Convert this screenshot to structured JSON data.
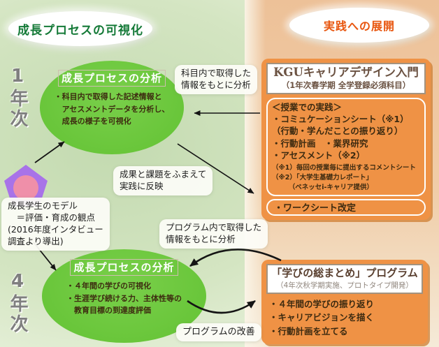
{
  "left_panel": {
    "title": "成長プロセスの可視化",
    "year1_label": "1年次",
    "year4_label": "4年次",
    "ellipse1": {
      "title": "成長プロセスの分析",
      "lines": [
        "・科目内で取得した記述情報と",
        "　アセスメントデータを分析し、",
        "　成長の様子を可視化"
      ]
    },
    "ellipse4": {
      "title": "成長プロセスの分析",
      "lines": [
        "・４年間の学びの可視化",
        "・生涯学び続ける力、主体性等の",
        "　教育目標の到達度評価"
      ]
    },
    "model_note": {
      "lines": [
        "成長学生のモデル",
        "　＝評価・育成の観点",
        "(2016年度インタビュー",
        "調査より導出)"
      ]
    }
  },
  "right_panel": {
    "title": "実践への展開",
    "course_box": {
      "title": "KGUキャリアデザイン入門",
      "subtitle": "（1年次春学期 全学登録必須科目）",
      "practice": {
        "heading": "＜授業での実践＞",
        "items": [
          "・コミュケーションシート（※1）",
          "（行動・学んだことの振り返り）",
          "・行動計画　・業界研究",
          "・アセスメント（※2）"
        ],
        "notes": [
          "（※1）毎回の授業毎に提出するコメントシート",
          "（※2）「大学生基礎力レポート」",
          "　　　（ベネッセi-キャリア提供）"
        ]
      },
      "worksheet_label": "・ワークシート改定"
    },
    "program_box": {
      "title": "「学びの総まとめ」プログラム",
      "subtitle": "（4年次秋学期実施、プロトタイプ開発）",
      "items": [
        "・４年間の学びの振り返り",
        "・キャリアビジョンを描く",
        "・行動計画を立てる"
      ]
    }
  },
  "arrow_labels": {
    "analyze_course": [
      "科目内で取得した",
      "情報をもとに分析"
    ],
    "reflect": [
      "成果と課題をふまえて",
      "実践に反映"
    ],
    "analyze_program": [
      "プログラム内で取得した",
      "情報をもとに分析"
    ],
    "improve": "プログラムの改善"
  },
  "colors": {
    "panel_green": "#c3dab0",
    "panel_tan": "#edc198",
    "ellipse_green": "#6cc83e",
    "box_orange": "#ef9245",
    "title_green": "#157a38",
    "title_orange": "#e8560f",
    "pentagon_purple": "#a873e8",
    "pentagon_pink": "#ef8fa9"
  }
}
